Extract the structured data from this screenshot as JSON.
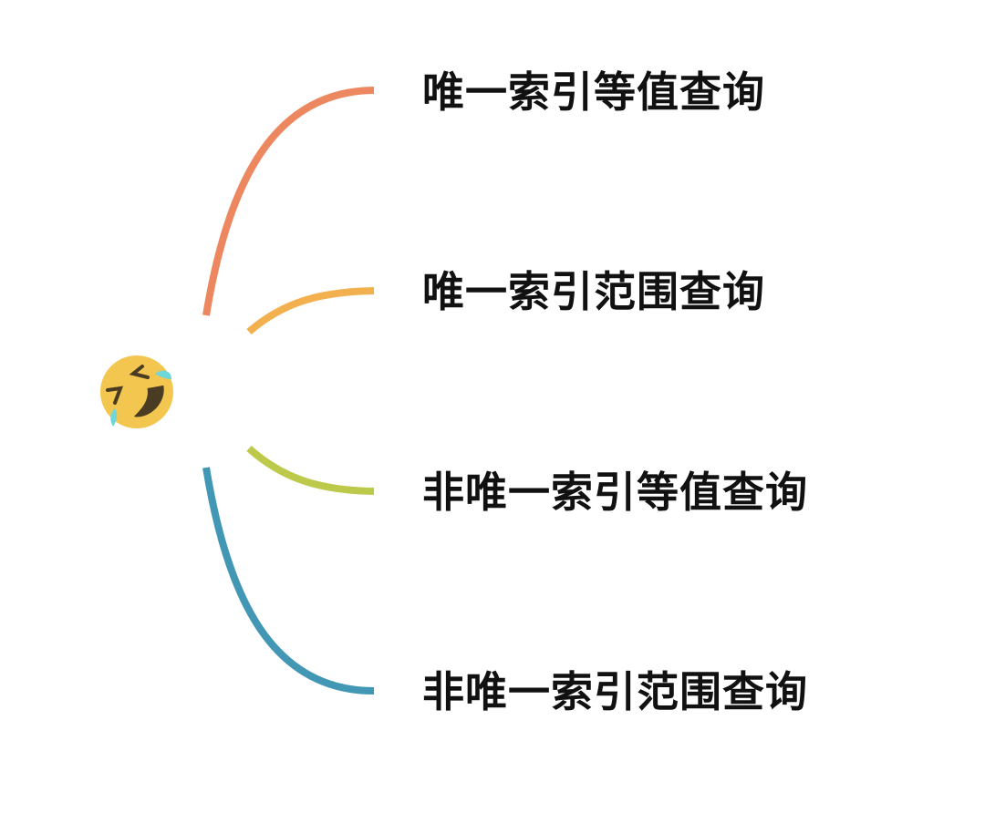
{
  "mindmap": {
    "root": {
      "icon": "rolling-on-floor-laughing-emoji-icon",
      "label": ""
    },
    "branches": [
      {
        "label": "唯一索引等值查询",
        "color": "#EC8760"
      },
      {
        "label": "唯一索引范围查询",
        "color": "#F2B14E"
      },
      {
        "label": "非唯一索引等值查询",
        "color": "#BDC94B"
      },
      {
        "label": "非唯一索引范围查询",
        "color": "#4297B5"
      }
    ]
  },
  "colors": {
    "emoji_face": "#F3C74F",
    "emoji_features": "#4A3B23",
    "emoji_tears": "#6FD6D9"
  }
}
